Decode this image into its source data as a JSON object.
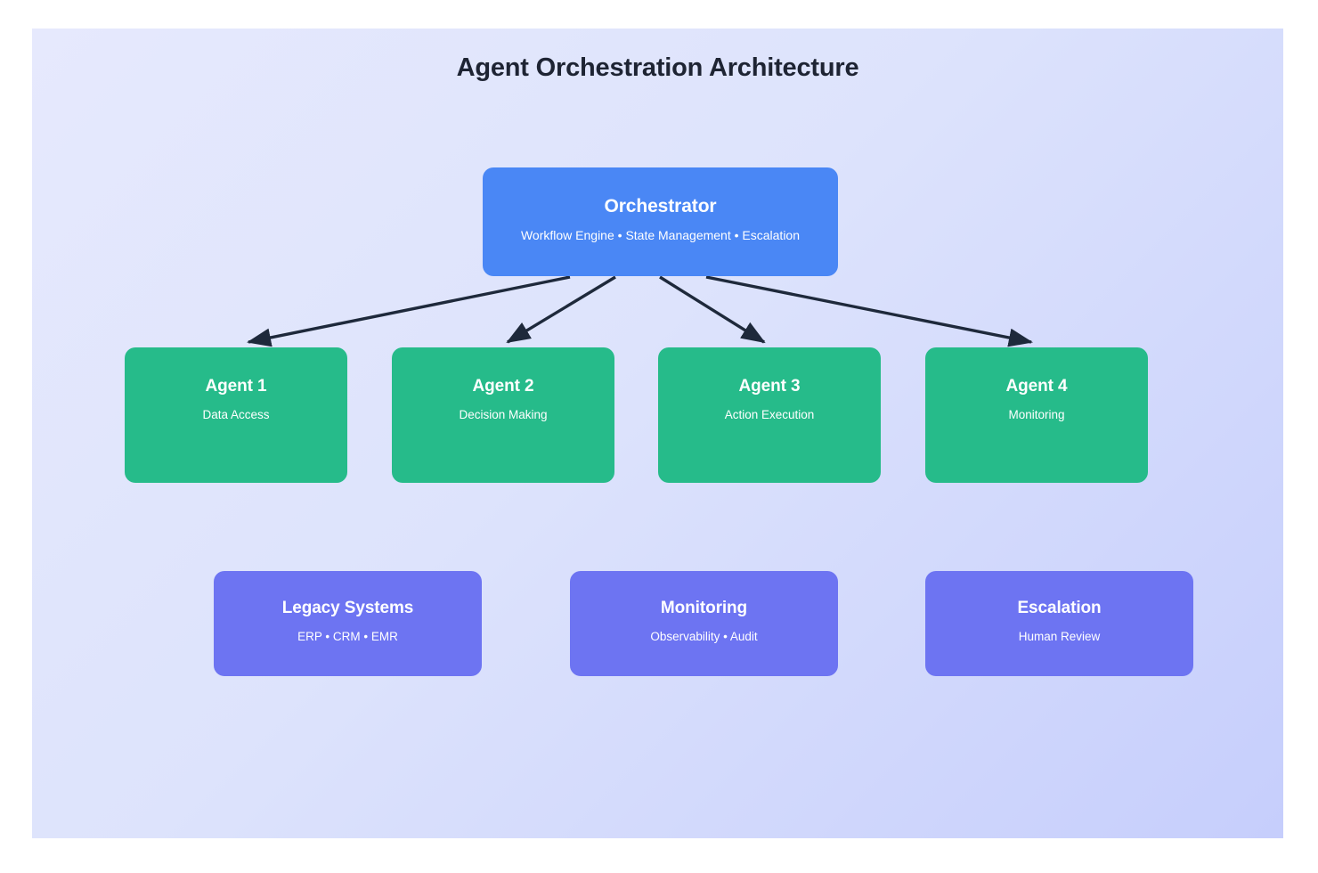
{
  "diagram": {
    "title": "Agent Orchestration Architecture",
    "background_from": "#e6e9fd",
    "background_to": "#c6cefc",
    "arrow_color": "#1e293b"
  },
  "orchestrator": {
    "title": "Orchestrator",
    "subtitle": "Workflow Engine • State Management • Escalation",
    "color": "#4a87f5"
  },
  "agents": {
    "color": "#26bb8a",
    "items": [
      {
        "title": "Agent 1",
        "subtitle": "Data Access"
      },
      {
        "title": "Agent 2",
        "subtitle": "Decision Making"
      },
      {
        "title": "Agent 3",
        "subtitle": "Action Execution"
      },
      {
        "title": "Agent 4",
        "subtitle": "Monitoring"
      }
    ]
  },
  "services": {
    "color": "#6d74f2",
    "items": [
      {
        "title": "Legacy Systems",
        "subtitle": "ERP • CRM • EMR"
      },
      {
        "title": "Monitoring",
        "subtitle": "Observability • Audit"
      },
      {
        "title": "Escalation",
        "subtitle": "Human Review"
      }
    ]
  },
  "connections": [
    {
      "from": "Orchestrator",
      "to": "Agent 1"
    },
    {
      "from": "Orchestrator",
      "to": "Agent 2"
    },
    {
      "from": "Orchestrator",
      "to": "Agent 3"
    },
    {
      "from": "Orchestrator",
      "to": "Agent 4"
    }
  ]
}
